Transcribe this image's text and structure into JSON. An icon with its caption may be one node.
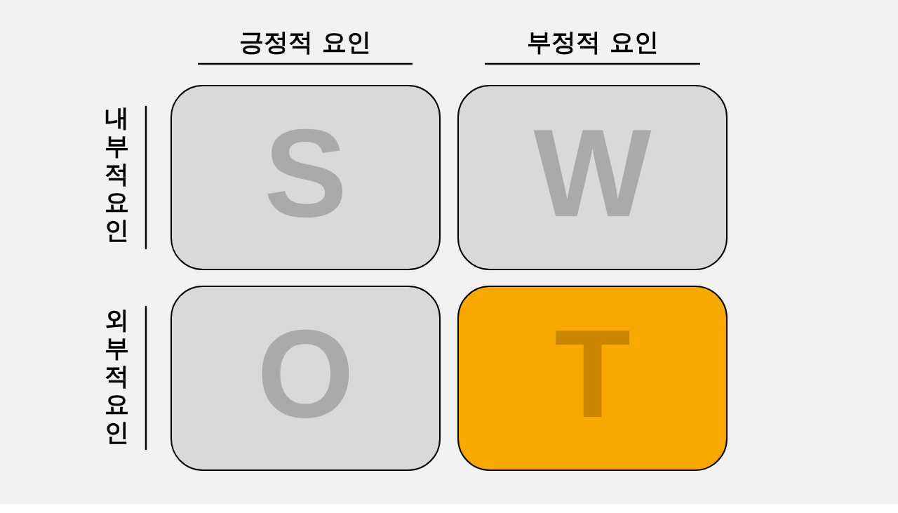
{
  "diagram": {
    "nodes": [
      {
        "text": [
          "S"
        ]
      },
      {
        "text": [
          "W"
        ]
      },
      {
        "text": [
          "O"
        ]
      },
      {
        "text": [
          "T"
        ]
      }
    ],
    "labels": [
      "긍정적 요인",
      "부정적 요인",
      "내부적 요인",
      "외부적 요인"
    ]
  }
}
